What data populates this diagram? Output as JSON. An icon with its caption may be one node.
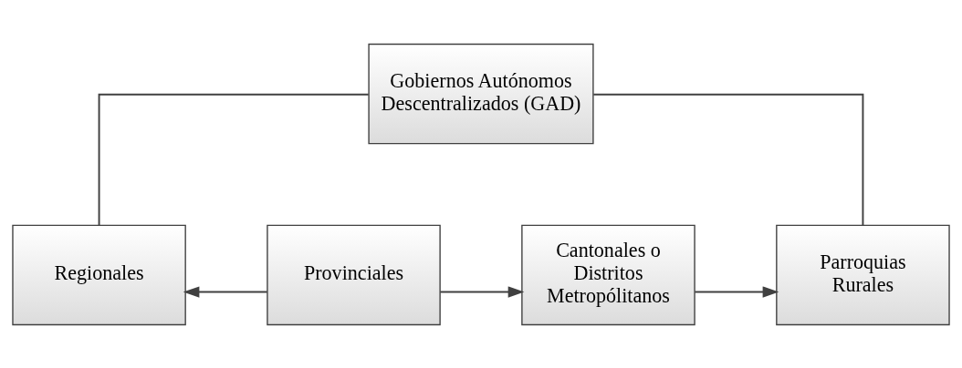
{
  "diagram": {
    "nodes": [
      {
        "text": [
          "Gobiernos Autónomos Descentralizados (GAD)"
        ]
      },
      {
        "text": [
          "Regionales"
        ]
      },
      {
        "text": [
          "Provinciales"
        ]
      },
      {
        "text": [
          "Cantonales o Distritos Metropólitanos"
        ]
      },
      {
        "text": [
          "Parroquias Rurales"
        ]
      }
    ],
    "edges": [
      {
        "from": 0,
        "to": 1,
        "arrow": "none"
      },
      {
        "from": 0,
        "to": 4,
        "arrow": "none"
      },
      {
        "from": 2,
        "to": 1,
        "arrow": "to"
      },
      {
        "from": 2,
        "to": 3,
        "arrow": "to"
      },
      {
        "from": 3,
        "to": 4,
        "arrow": "to"
      }
    ]
  }
}
